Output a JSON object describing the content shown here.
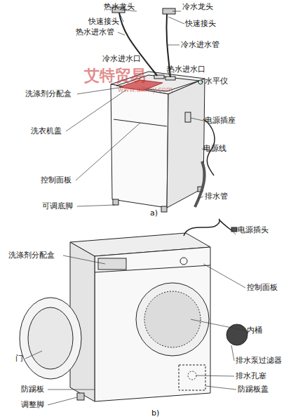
{
  "diagram": {
    "labels": [
      "热水龙头",
      "冷水龙头",
      "快速接头",
      "快速接头",
      "热水进水管",
      "冷水进水管",
      "冷水进水口",
      "热水进水口",
      "水平仪",
      "洗涤剂分配盒",
      "电源插座",
      "洗衣机盖",
      "电源线",
      "控制面板",
      "排水管",
      "可调底脚",
      "a)",
      "电源插头",
      "洗涤剂分配盒",
      "控制面板",
      "内桶",
      "门",
      "排水泵过滤器",
      "排水孔塞",
      "防踢板",
      "防踢板盖",
      "调整脚",
      "b)",
      "艾特贸易",
      "www.aitmy.com"
    ]
  }
}
